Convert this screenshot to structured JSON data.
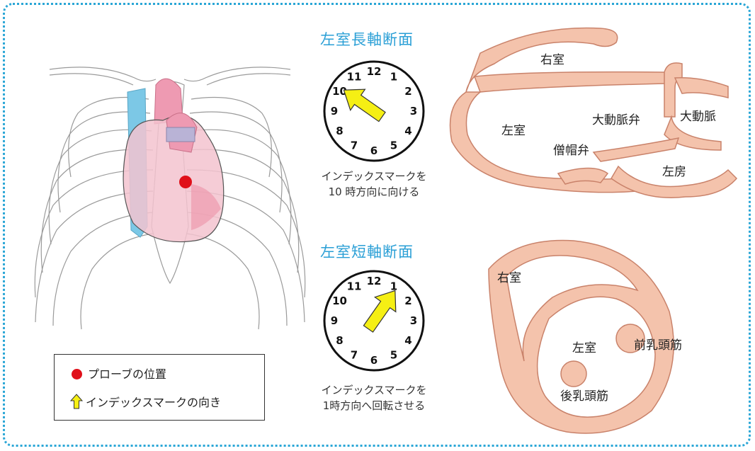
{
  "long_axis": {
    "title": "左室長軸断面",
    "clock_numbers": [
      "12",
      "1",
      "2",
      "3",
      "4",
      "5",
      "6",
      "7",
      "8",
      "9",
      "10",
      "11"
    ],
    "caption_line1": "インデックスマークを",
    "caption_line2": "10 時方向に向ける",
    "labels": {
      "right_ventricle": "右室",
      "left_ventricle": "左室",
      "aortic_valve": "大動脈弁",
      "aorta": "大動脈",
      "mitral_valve": "僧帽弁",
      "left_atrium": "左房"
    }
  },
  "short_axis": {
    "title": "左室短軸断面",
    "clock_numbers": [
      "12",
      "1",
      "2",
      "3",
      "4",
      "5",
      "6",
      "7",
      "8",
      "9",
      "10",
      "11"
    ],
    "caption_line1": "インデックスマークを",
    "caption_line2": "1時方向へ回転させる",
    "labels": {
      "right_ventricle": "右室",
      "left_ventricle": "左室",
      "anterior_papillary": "前乳頭筋",
      "posterior_papillary": "後乳頭筋"
    }
  },
  "legend": {
    "probe_position": "プローブの位置",
    "index_mark_direction": "インデックスマークの向き"
  },
  "colors": {
    "frame": "#2aa6d6",
    "title": "#2a9fd6",
    "probe": "#e0101a",
    "arrow": "#f5ef14",
    "tissue_fill": "#f4c3ac",
    "tissue_stroke": "#c9826a",
    "heart_pink": "#f3b8c6",
    "vessel_blue": "#7cc8e6"
  }
}
